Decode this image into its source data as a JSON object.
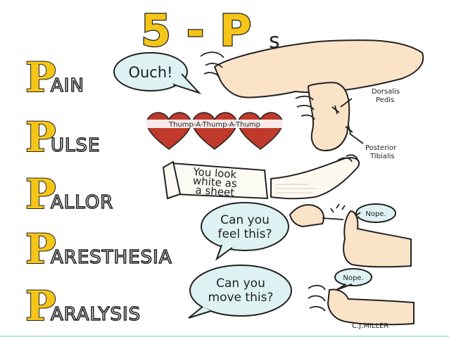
{
  "title": {
    "main": "5 - P",
    "suffix": "s"
  },
  "rows": [
    {
      "letter": "P",
      "rest": "AIN",
      "caption": "Ouch!"
    },
    {
      "letter": "P",
      "rest": "ULSE",
      "caption": "Thump-A-Thump-A-Thump"
    },
    {
      "letter": "P",
      "rest": "ALLOR",
      "caption_lines": [
        "You look",
        "white as",
        "a sheet"
      ]
    },
    {
      "letter": "P",
      "rest": "ARESTHESIA",
      "caption_lines": [
        "Can you",
        "feel this?"
      ],
      "reply": "Nope."
    },
    {
      "letter": "P",
      "rest": "ARALYSIS",
      "caption_lines": [
        "Can you",
        "move this?"
      ],
      "reply": "Nope."
    }
  ],
  "pulse_labels": {
    "dorsalis": [
      "Dorsalis",
      "Pedis"
    ],
    "posterior": [
      "Posterior",
      "Tibialis"
    ]
  },
  "signature": "C.J.MILLER",
  "colors": {
    "letter": "#f5c518",
    "bubble": "#dff2f3",
    "skin": "#fbe3c8",
    "heart": "#c0392b"
  },
  "icons": [
    "ouch-leg-icon",
    "foot-pulse-icon",
    "heart-icon",
    "pale-foot-icon",
    "pinch-toe-icon",
    "toe-icon"
  ]
}
